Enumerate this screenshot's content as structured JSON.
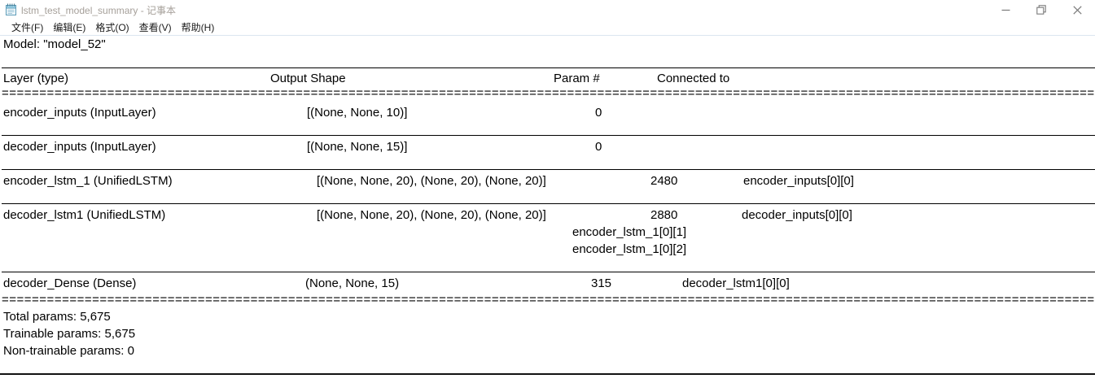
{
  "window": {
    "title": "lstm_test_model_summary - 记事本",
    "icons": {
      "app": "notepad-icon",
      "minimize": "thin horizontal bar",
      "restore": "two overlapping squares",
      "close": "x cross"
    }
  },
  "menu": {
    "items": [
      {
        "label": "文件(F)"
      },
      {
        "label": "编辑(E)"
      },
      {
        "label": "格式(O)"
      },
      {
        "label": "查看(V)"
      },
      {
        "label": "帮助(H)"
      }
    ]
  },
  "document": {
    "model_line": "Model: \"model_52\"",
    "equals_line": "==========================================================================================================================================================================================",
    "table": {
      "headers": {
        "layer": "Layer (type)",
        "output_shape": "Output Shape",
        "param": "Param #",
        "connected": "Connected to"
      },
      "rows": [
        {
          "layer": "encoder_inputs (InputLayer)",
          "output_shape": "[(None, None, 10)]",
          "param": "0",
          "connected": ""
        },
        {
          "layer": "decoder_inputs (InputLayer)",
          "output_shape": "[(None, None, 15)]",
          "param": "0",
          "connected": ""
        },
        {
          "layer": "encoder_lstm_1 (UnifiedLSTM)",
          "output_shape": "[(None, None, 20), (None, 20), (None, 20)]",
          "param": "2480",
          "connected": "encoder_inputs[0][0]"
        },
        {
          "layer": "decoder_lstm1 (UnifiedLSTM)",
          "output_shape": "[(None, None, 20), (None, 20), (None, 20)]",
          "param": "2880",
          "connected": "decoder_inputs[0][0]",
          "connected_extra": [
            "encoder_lstm_1[0][1]",
            "encoder_lstm_1[0][2]"
          ]
        },
        {
          "layer": "decoder_Dense (Dense)",
          "output_shape": "(None, None, 15)",
          "param": "315",
          "connected": "decoder_lstm1[0][0]"
        }
      ]
    },
    "totals": [
      "Total params: 5,675",
      "Trainable params: 5,675",
      "Non-trainable params: 0"
    ]
  }
}
